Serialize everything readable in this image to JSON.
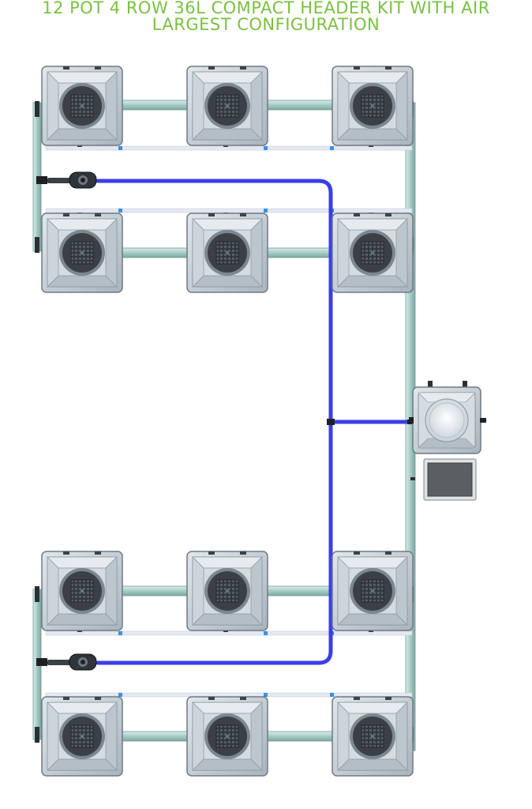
{
  "title": {
    "line1": "12 POT 4 ROW 36L COMPACT HEADER KIT WITH AIR",
    "line2": "LARGEST CONFIGURATION"
  },
  "layout": {
    "pot_rows": 4,
    "pots_per_row": 3,
    "total_pots": 12
  },
  "colors": {
    "title": "#7ac142",
    "air_line": "#3a3ee6",
    "pot_body": "#c9d2da",
    "pot_dark": "#3b4046",
    "pipe": "#a9cdc8",
    "drain_pipe": "#e4e8f2",
    "controller": "#5c5f62"
  }
}
